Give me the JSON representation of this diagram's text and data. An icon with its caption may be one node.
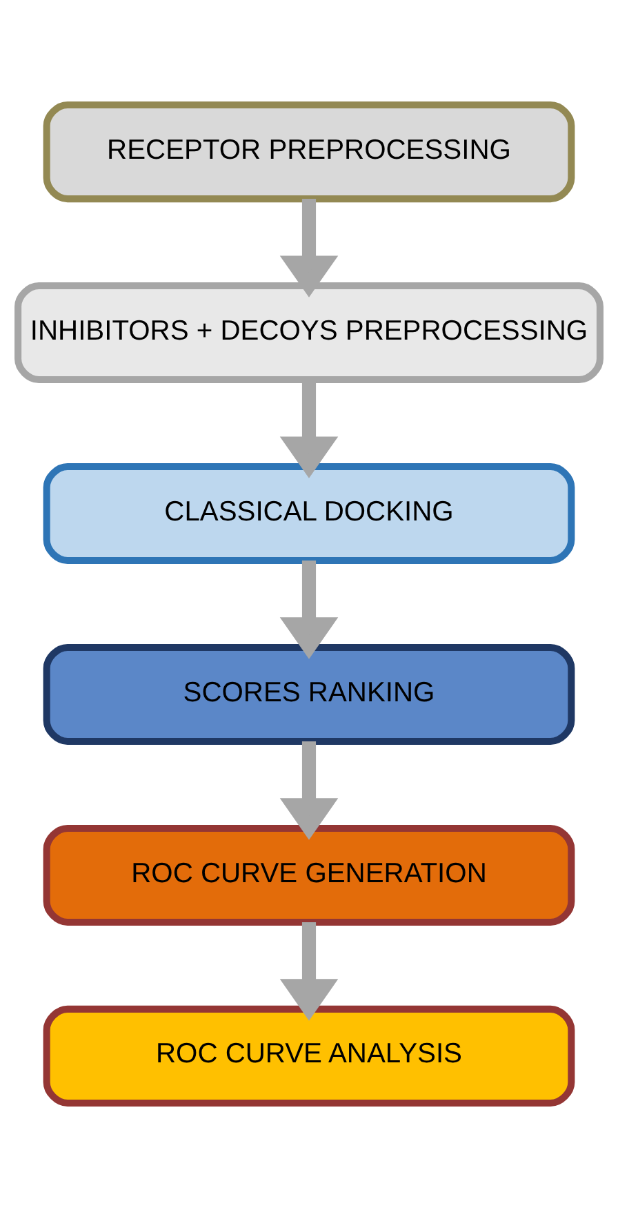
{
  "diagram": {
    "nodes": [
      {
        "text": [
          "RECEPTOR PREPROCESSING"
        ]
      },
      {
        "text": [
          "INHIBITORS + DECOYS PREPROCESSING"
        ]
      },
      {
        "text": [
          "CLASSICAL DOCKING"
        ]
      },
      {
        "text": [
          "SCORES RANKING"
        ]
      },
      {
        "text": [
          "ROC CURVE GENERATION"
        ]
      },
      {
        "text": [
          "ROC CURVE ANALYSIS"
        ]
      }
    ],
    "edges": [
      {
        "from": 0,
        "to": 1,
        "arrow": "to"
      },
      {
        "from": 1,
        "to": 2,
        "arrow": "to"
      },
      {
        "from": 2,
        "to": 3,
        "arrow": "to"
      },
      {
        "from": 3,
        "to": 4,
        "arrow": "to"
      },
      {
        "from": 4,
        "to": 5,
        "arrow": "to"
      }
    ]
  }
}
